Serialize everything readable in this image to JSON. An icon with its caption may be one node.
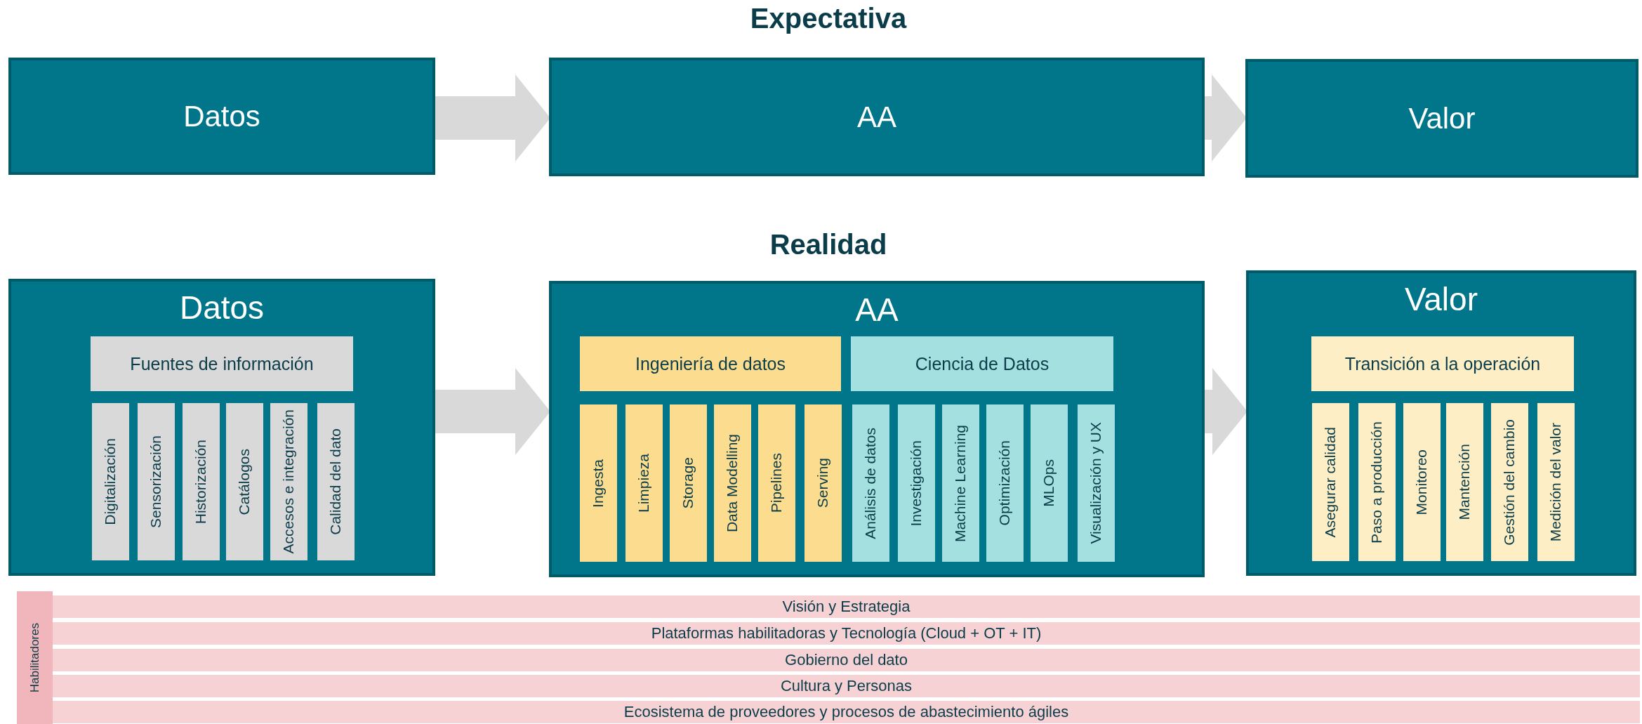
{
  "diagram": {
    "nodes": [
      {
        "text": [
          "Datos"
        ]
      },
      {
        "text": [
          "AA"
        ]
      },
      {
        "text": [
          "Valor"
        ]
      },
      {
        "text": [
          "Datos"
        ]
      },
      {
        "text": [
          "Fuentes de información"
        ],
        "in": 3
      },
      {
        "text": [
          "Digitalización"
        ],
        "in": 3
      },
      {
        "text": [
          "Sensorización"
        ],
        "in": 3
      },
      {
        "text": [
          "Historización"
        ],
        "in": 3
      },
      {
        "text": [
          "Catálogos"
        ],
        "in": 3
      },
      {
        "text": [
          "Accesos e integración"
        ],
        "in": 3
      },
      {
        "text": [
          "Calidad del dato"
        ],
        "in": 3
      },
      {
        "text": [
          "AA"
        ]
      },
      {
        "text": [
          "Ingeniería de datos"
        ],
        "in": 11
      },
      {
        "text": [
          "Ciencia de Datos"
        ],
        "in": 11
      },
      {
        "text": [
          "Ingesta"
        ],
        "in": 11
      },
      {
        "text": [
          "Limpieza"
        ],
        "in": 11
      },
      {
        "text": [
          "Storage"
        ],
        "in": 11
      },
      {
        "text": [
          "Data Modelling"
        ],
        "in": 11
      },
      {
        "text": [
          "Pipelines"
        ],
        "in": 11
      },
      {
        "text": [
          "Serving"
        ],
        "in": 11
      },
      {
        "text": [
          "Análisis de datos"
        ],
        "in": 11
      },
      {
        "text": [
          "Investigación"
        ],
        "in": 11
      },
      {
        "text": [
          "Machine Learning"
        ],
        "in": 11
      },
      {
        "text": [
          "Optimización"
        ],
        "in": 11
      },
      {
        "text": [
          "MLOps"
        ],
        "in": 11
      },
      {
        "text": [
          "Visualización y UX"
        ],
        "in": 11
      },
      {
        "text": [
          "Valor"
        ]
      },
      {
        "text": [
          "Transición a la operación"
        ],
        "in": 26
      },
      {
        "text": [
          "Asegurar calidad"
        ],
        "in": 26
      },
      {
        "text": [
          "Paso a producción"
        ],
        "in": 26
      },
      {
        "text": [
          "Monitoreo"
        ],
        "in": 26
      },
      {
        "text": [
          "Mantención"
        ],
        "in": 26
      },
      {
        "text": [
          "Gestión del cambio"
        ],
        "in": 26
      },
      {
        "text": [
          "Medición del valor"
        ],
        "in": 26
      },
      {
        "text": [
          "Habilitadores"
        ]
      },
      {
        "text": [
          "Visión y Estrategia"
        ]
      },
      {
        "text": [
          "Plataformas habilitadoras y Tecnología (Cloud + OT + IT)"
        ]
      },
      {
        "text": [
          "Gobierno del dato"
        ]
      },
      {
        "text": [
          "Cultura y Personas"
        ]
      },
      {
        "text": [
          "Ecosistema de proveedores y procesos de abastecimiento ágiles"
        ]
      }
    ],
    "edges": [
      {
        "from": 0,
        "to": 1,
        "arrow": "to"
      },
      {
        "from": 1,
        "to": 2,
        "arrow": "to"
      },
      {
        "from": 3,
        "to": 11,
        "arrow": "to"
      },
      {
        "from": 11,
        "to": 26,
        "arrow": "to"
      }
    ],
    "labels": [
      "Expectativa",
      "Realidad"
    ]
  }
}
